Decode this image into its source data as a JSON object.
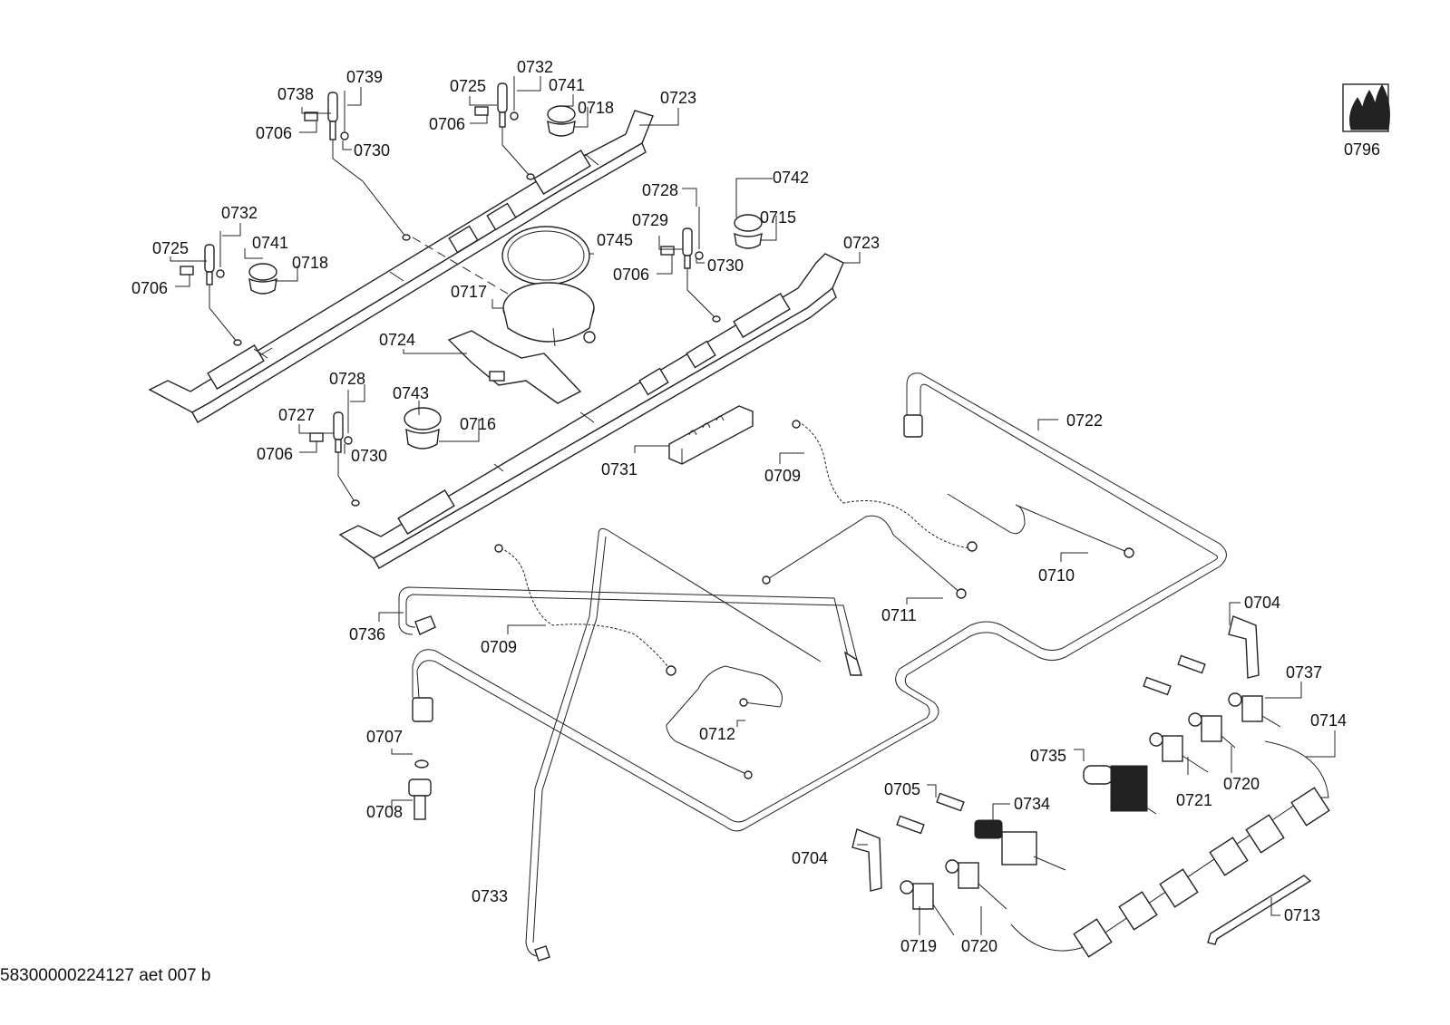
{
  "document_id": "58300000224127 aet 007 b",
  "legend_icon": {
    "label": "0796",
    "icon": "gas-flames-icon"
  },
  "labels": [
    {
      "id": "l1",
      "text": "0738"
    },
    {
      "id": "l2",
      "text": "0739"
    },
    {
      "id": "l3",
      "text": "0706"
    },
    {
      "id": "l4",
      "text": "0730"
    },
    {
      "id": "l5",
      "text": "0725"
    },
    {
      "id": "l6",
      "text": "0732"
    },
    {
      "id": "l7",
      "text": "0706"
    },
    {
      "id": "l8",
      "text": "0741"
    },
    {
      "id": "l9",
      "text": "0718"
    },
    {
      "id": "l10",
      "text": "0723"
    },
    {
      "id": "l11",
      "text": "0732"
    },
    {
      "id": "l12",
      "text": "0725"
    },
    {
      "id": "l13",
      "text": "0741"
    },
    {
      "id": "l14",
      "text": "0718"
    },
    {
      "id": "l15",
      "text": "0706"
    },
    {
      "id": "l16",
      "text": "0745"
    },
    {
      "id": "l17",
      "text": "0717"
    },
    {
      "id": "l18",
      "text": "0724"
    },
    {
      "id": "l19",
      "text": "0728"
    },
    {
      "id": "l20",
      "text": "0729"
    },
    {
      "id": "l21",
      "text": "0706"
    },
    {
      "id": "l22",
      "text": "0730"
    },
    {
      "id": "l23",
      "text": "0742"
    },
    {
      "id": "l24",
      "text": "0715"
    },
    {
      "id": "l25",
      "text": "0723"
    },
    {
      "id": "l26",
      "text": "0728"
    },
    {
      "id": "l27",
      "text": "0727"
    },
    {
      "id": "l28",
      "text": "0706"
    },
    {
      "id": "l29",
      "text": "0730"
    },
    {
      "id": "l30",
      "text": "0743"
    },
    {
      "id": "l31",
      "text": "0716"
    },
    {
      "id": "l32",
      "text": "0731"
    },
    {
      "id": "l33",
      "text": "0709"
    },
    {
      "id": "l34",
      "text": "0722"
    },
    {
      "id": "l35",
      "text": "0710"
    },
    {
      "id": "l36",
      "text": "0711"
    },
    {
      "id": "l37",
      "text": "0736"
    },
    {
      "id": "l38",
      "text": "0709"
    },
    {
      "id": "l39",
      "text": "0712"
    },
    {
      "id": "l40",
      "text": "0707"
    },
    {
      "id": "l41",
      "text": "0708"
    },
    {
      "id": "l42",
      "text": "0733"
    },
    {
      "id": "l43",
      "text": "0704"
    },
    {
      "id": "l44",
      "text": "0737"
    },
    {
      "id": "l45",
      "text": "0714"
    },
    {
      "id": "l46",
      "text": "0735"
    },
    {
      "id": "l47",
      "text": "0721"
    },
    {
      "id": "l48",
      "text": "0720"
    },
    {
      "id": "l49",
      "text": "0705"
    },
    {
      "id": "l50",
      "text": "0734"
    },
    {
      "id": "l51",
      "text": "0704"
    },
    {
      "id": "l52",
      "text": "0719"
    },
    {
      "id": "l53",
      "text": "0720"
    },
    {
      "id": "l54",
      "text": "0713"
    }
  ]
}
